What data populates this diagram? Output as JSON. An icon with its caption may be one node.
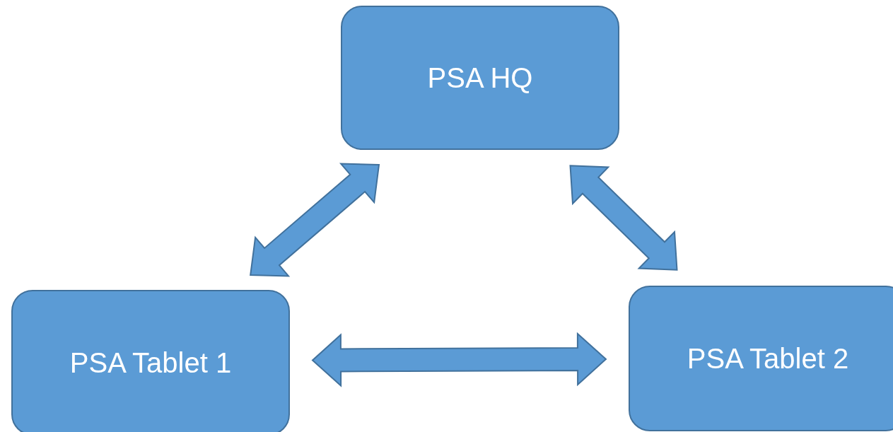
{
  "diagram": {
    "nodes": [
      {
        "text": [
          "PSA HQ"
        ]
      },
      {
        "text": [
          "PSA Tablet 1"
        ]
      },
      {
        "text": [
          "PSA Tablet 2"
        ]
      }
    ],
    "edges": [
      {
        "from": 0,
        "to": 1,
        "arrow": "both"
      },
      {
        "from": 0,
        "to": 2,
        "arrow": "both"
      },
      {
        "from": 1,
        "to": 2,
        "arrow": "both"
      }
    ]
  }
}
